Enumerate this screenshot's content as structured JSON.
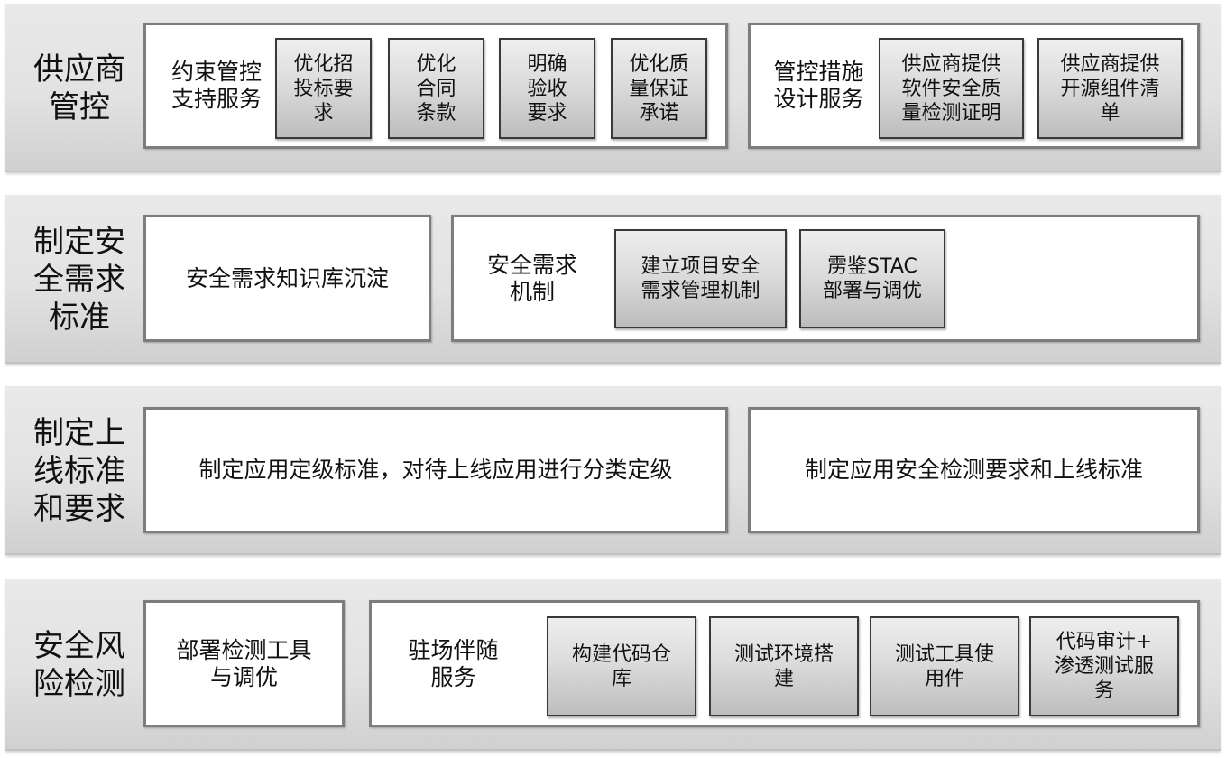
{
  "rows": [
    {
      "label": "供应商\n管控",
      "panels": [
        {
          "text": "约束管控\n支持服务",
          "items": [
            "优化招\n投标要\n求",
            "优化\n合同\n条款",
            "明确\n验收\n要求",
            "优化质\n量保证\n承诺"
          ]
        },
        {
          "text": "管控措施\n设计服务",
          "items": [
            "供应商提供\n软件安全质\n量检测证明",
            "供应商提供\n开源组件清\n单"
          ]
        }
      ]
    },
    {
      "label": "制定安\n全需求\n标准",
      "panels": [
        {
          "text": "安全需求知识库沉淀"
        },
        {
          "text": "安全需求\n机制",
          "items": [
            "建立项目安全\n需求管理机制",
            "雳鉴STAC\n部署与调优"
          ]
        }
      ]
    },
    {
      "label": "制定上\n线标准\n和要求",
      "panels": [
        {
          "text": "制定应用定级标准，对待上线应用进行分类定级"
        },
        {
          "text": "制定应用安全检测要求和上线标准"
        }
      ]
    },
    {
      "label": "安全风\n险检测",
      "panels": [
        {
          "text": "部署检测工具\n与调优"
        },
        {
          "text": "驻场伴随\n服务",
          "items": [
            "构建代码仓\n库",
            "测试环境搭\n建",
            "测试工具使\n用件",
            "代码审计+\n渗透测试服\n务"
          ]
        }
      ]
    }
  ]
}
